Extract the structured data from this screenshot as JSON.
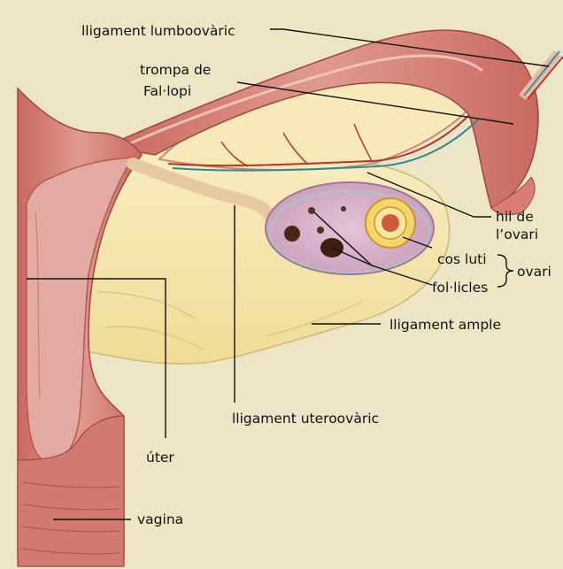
{
  "labels": {
    "lumbo": "lligament lumboovàric",
    "trompa_1": "trompa de",
    "trompa_2": "Fal·lopi",
    "hil_1": "hil de",
    "hil_2": "l’ovari",
    "cos_luti": "cos luti",
    "foliculs": "fol·licles",
    "ovari": "ovari",
    "ample": "lligament ample",
    "uteroovaric": "lligament uteroovàric",
    "uter": "úter",
    "vagina": "vagina"
  },
  "colors": {
    "background": "#ece5c6",
    "tissue": "#d9847a",
    "tissue_dark": "#b4544c",
    "inner_pink": "#e7b3ac",
    "ligament_yellow": "#f4e3a6",
    "ovary": "#d9b7cf",
    "corpus_luteum": "#f2c94c",
    "vessel_red": "#b8332d",
    "vessel_blue": "#2d8a97"
  }
}
